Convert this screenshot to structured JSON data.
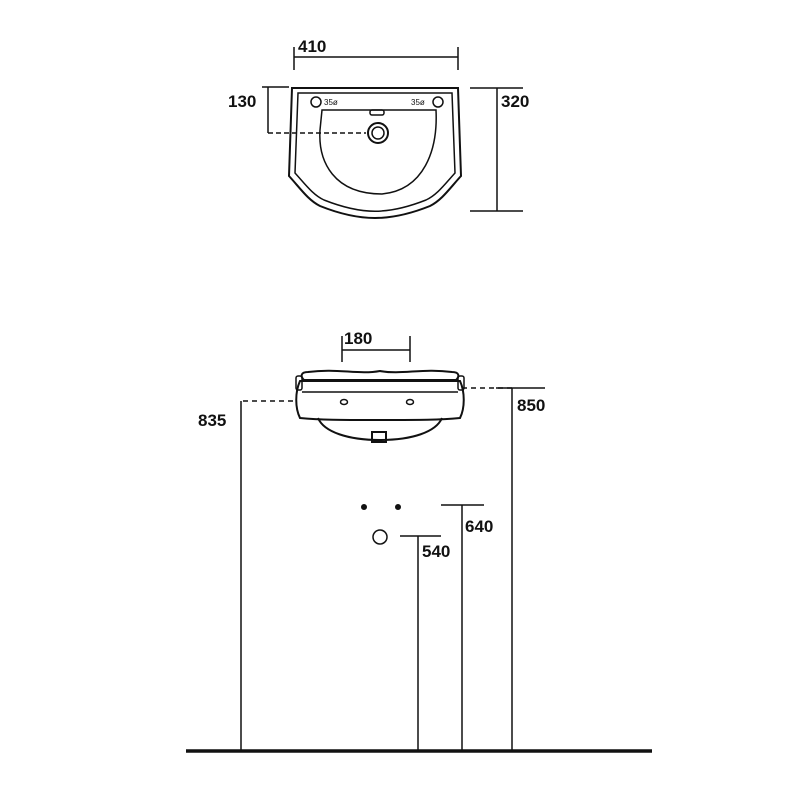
{
  "top_view": {
    "width_label": "410",
    "depth_label": "320",
    "tap_offset_label": "130",
    "hole_left_label": "35ø",
    "hole_right_label": "35ø"
  },
  "front_view": {
    "width_label": "180",
    "left_height_label": "835",
    "right_height_label": "850",
    "supply_height_label": "640",
    "waste_height_label": "540"
  },
  "colors": {
    "line": "#111111",
    "background": "#ffffff"
  }
}
